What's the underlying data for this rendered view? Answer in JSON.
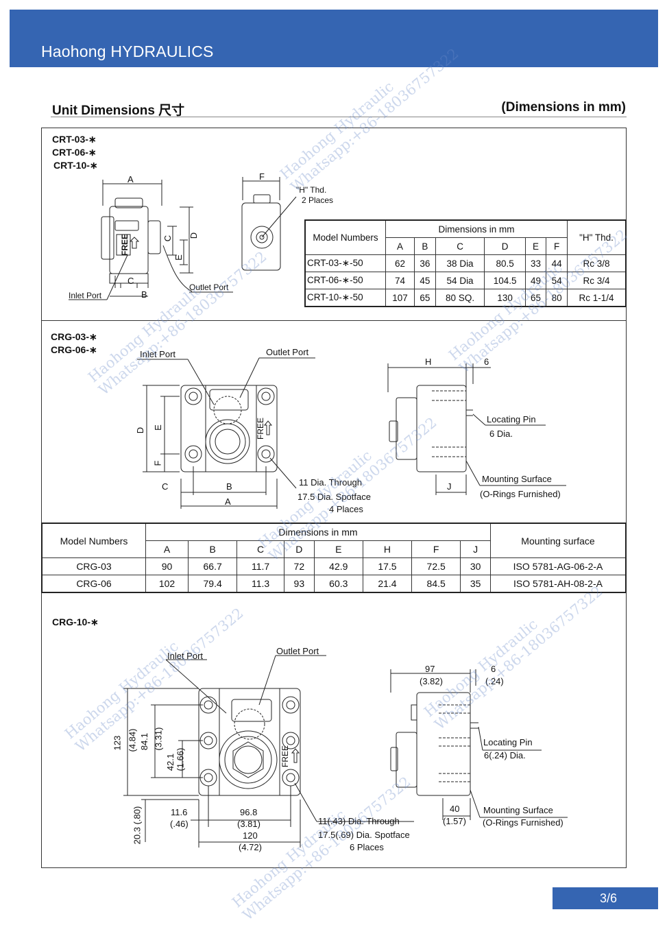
{
  "header": {
    "brand": "Haohong HYDRAULICS"
  },
  "section": {
    "title": "Unit Dimensions 尺寸",
    "units": "(Dimensions in mm)"
  },
  "crt": {
    "models": [
      "CRT-03-∗",
      "CRT-06-∗",
      "CRT-10-∗"
    ],
    "labels": {
      "a": "A",
      "b": "B",
      "c": "C",
      "d": "D",
      "e": "E",
      "f": "F",
      "free": "FREE",
      "h_thd": "\"H\"  Thd.",
      "places": "2 Places",
      "inlet": "Inlet Port",
      "outlet": "Outlet Port"
    },
    "table": {
      "model_header": "Model Numbers",
      "dim_header": "Dimensions in mm",
      "thd_header": "\"H\"  Thd.",
      "cols": [
        "A",
        "B",
        "C",
        "D",
        "E",
        "F"
      ],
      "rows": [
        [
          "CRT-03-∗-50",
          "62",
          "36",
          "38 Dia",
          "80.5",
          "33",
          "44",
          "Rc 3/8"
        ],
        [
          "CRT-06-∗-50",
          "74",
          "45",
          "54 Dia",
          "104.5",
          "49",
          "54",
          "Rc 3/4"
        ],
        [
          "CRT-10-∗-50",
          "107",
          "65",
          "80 SQ.",
          "130",
          "65",
          "80",
          "Rc 1-1/4"
        ]
      ]
    }
  },
  "crg": {
    "models": [
      "CRG-03-∗",
      "CRG-06-∗"
    ],
    "labels": {
      "inlet": "Inlet Port",
      "outlet": "Outlet Port",
      "d": "D",
      "e": "E",
      "f": "F",
      "c": "C",
      "b": "B",
      "a": "A",
      "h": "H",
      "six": "6",
      "free": "FREE",
      "pin": "Locating Pin",
      "pin_dia": "6 Dia.",
      "through": "11 Dia. Through",
      "spot": "17.5 Dia. Spotface",
      "places": "4 Places",
      "mount": "Mounting Surface",
      "orings": "(O-Rings Furnished)",
      "j": "J"
    },
    "table": {
      "model_header": "Model Numbers",
      "dim_header": "Dimensions in mm",
      "mount_header": "Mounting surface",
      "cols": [
        "A",
        "B",
        "C",
        "D",
        "E",
        "H",
        "F",
        "J"
      ],
      "rows": [
        [
          "CRG-03",
          "90",
          "66.7",
          "11.7",
          "72",
          "42.9",
          "17.5",
          "72.5",
          "30",
          "ISO 5781-AG-06-2-A"
        ],
        [
          "CRG-06",
          "102",
          "79.4",
          "11.3",
          "93",
          "60.3",
          "21.4",
          "84.5",
          "35",
          "ISO 5781-AH-08-2-A"
        ]
      ]
    }
  },
  "crg10": {
    "model": "CRG-10-∗",
    "labels": {
      "inlet": "Inlet Port",
      "outlet": "Outlet Port",
      "free": "FREE",
      "d123": "123",
      "d484": "(4.84)",
      "d841": "84.1",
      "d331": "(3.31)",
      "d421": "42.1",
      "d166": "(1.66)",
      "d203": "20.3 (.80)",
      "d116": "11.6",
      "d046": "(.46)",
      "d968": "96.8",
      "d381": "(3.81)",
      "d120": "120",
      "d472": "(4.72)",
      "d97": "97",
      "d382": "(3.82)",
      "d6": "6",
      "d024": "(.24)",
      "d40": "40",
      "d157": "(1.57)",
      "pin": "Locating Pin",
      "pin_dia": "6(.24) Dia.",
      "mount": "Mounting Surface",
      "orings": "(O-Rings Furnished)",
      "through": "11(.43) Dia. Through",
      "spot": "17.5(.69) Dia. Spotface",
      "places": "6 Places"
    }
  },
  "watermark": {
    "line1": "Haohong Hydraulic",
    "line2": "Whatsapp:+86-18036757322"
  },
  "footer": {
    "page": "3/6"
  }
}
